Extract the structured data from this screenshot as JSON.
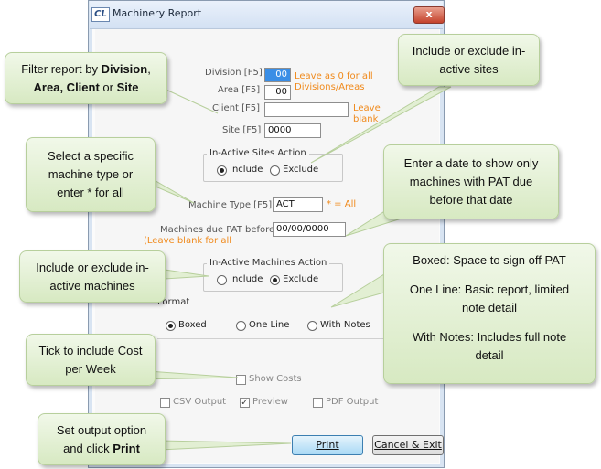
{
  "window": {
    "icon_text": "CL",
    "title": "Machinery Report",
    "close_label": "x"
  },
  "form": {
    "division_label": "Division [F5]",
    "division_value": "00",
    "division_hint": "Leave as 0 for all Divisions/Areas",
    "area_label": "Area [F5]",
    "area_value": "00",
    "client_label": "Client [F5]",
    "client_value": "",
    "client_hint": "Leave blank for all",
    "site_label": "Site [F5]",
    "site_value": "0000",
    "inactive_sites_title": "In-Active Sites Action",
    "inactive_sites_options": [
      "Include",
      "Exclude"
    ],
    "inactive_sites_selected": "Include",
    "machine_type_label": "Machine Type [F5]",
    "machine_type_value": "ACT",
    "machine_type_hint": "* = All",
    "pat_label": "Machines due PAT before",
    "pat_value": "00/00/0000",
    "pat_hint": "(Leave blank for all",
    "inactive_machines_title": "In-Active Machines Action",
    "inactive_machines_options": [
      "Include",
      "Exclude"
    ],
    "inactive_machines_selected": "Exclude",
    "format_title": "Format",
    "format_options": [
      "Boxed",
      "One Line",
      "With Notes"
    ],
    "format_selected": "Boxed",
    "show_costs_label": "Show Costs",
    "show_costs_checked": false,
    "csv_label": "CSV Output",
    "csv_checked": false,
    "preview_label": "Preview",
    "preview_checked": true,
    "pdf_label": "PDF Output",
    "pdf_checked": false,
    "print_label": "Print",
    "cancel_label": "Cancel & Exit"
  },
  "callouts": {
    "filter": [
      "Filter report by ",
      "Division",
      ", ",
      "Area, Client",
      " or ",
      "Site"
    ],
    "inactive_sites": "Include or exclude in-active sites",
    "machine_type": "Select a specific machine type or enter * for all",
    "pat_date": "Enter a date to show only machines with PAT due before that date",
    "inactive_machines": "Include or exclude in-active machines",
    "format_boxed": "Boxed: Space to sign off PAT",
    "format_oneline": "One Line: Basic report, limited note detail",
    "format_notes": "With Notes: Includes full note detail",
    "costs": "Tick to include Cost per Week",
    "output": [
      "Set output option and click ",
      "Print"
    ]
  },
  "colors": {
    "hint": "#f08a1c",
    "callout_fill": "#e3f0d4",
    "callout_border": "#b7cf9c",
    "print_button": "#bfe3f7"
  }
}
